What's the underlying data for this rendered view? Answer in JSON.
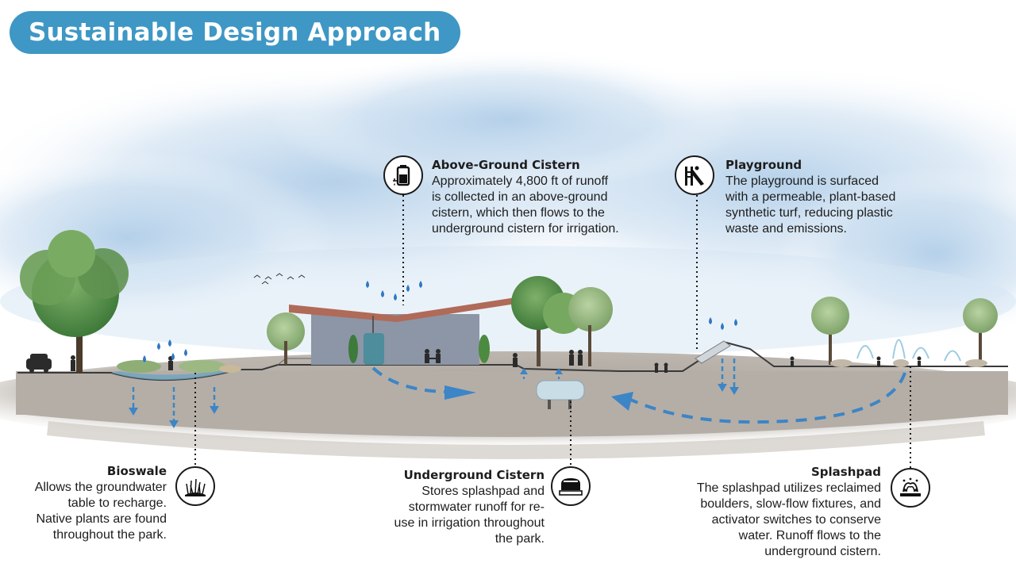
{
  "title": "Sustainable Design Approach",
  "colors": {
    "accent": "#3e97c4",
    "water": "#3c85c6",
    "ground": "#b3aca4",
    "text": "#1d1d1d"
  },
  "callouts": {
    "above_ground_cistern": {
      "heading": "Above-Ground Cistern",
      "body": "Approximately 4,800 ft of runoff\nis collected in an above-ground\ncistern, which then flows to the\nunderground cistern for irrigation.",
      "icon": "water-tank-icon"
    },
    "playground": {
      "heading": "Playground",
      "body": "The playground is surfaced\nwith a permeable, plant-based\nsynthetic turf, reducing plastic\nwaste and emissions.",
      "icon": "playground-slide-icon"
    },
    "bioswale": {
      "heading": "Bioswale",
      "body": "Allows the groundwater\ntable to recharge.\nNative plants are found\nthroughout the park.",
      "icon": "grass-plants-icon"
    },
    "underground_cistern": {
      "heading": "Underground Cistern",
      "body": "Stores splashpad and\nstormwater runoff for re-\nuse in irrigation throughout\nthe park.",
      "icon": "underground-tank-icon"
    },
    "splashpad": {
      "heading": "Splashpad",
      "body": "The splashpad utilizes reclaimed\nboulders, slow-flow fixtures, and\nactivator switches to conserve\nwater. Runoff flows to the\nunderground cistern.",
      "icon": "fountain-icon"
    }
  }
}
